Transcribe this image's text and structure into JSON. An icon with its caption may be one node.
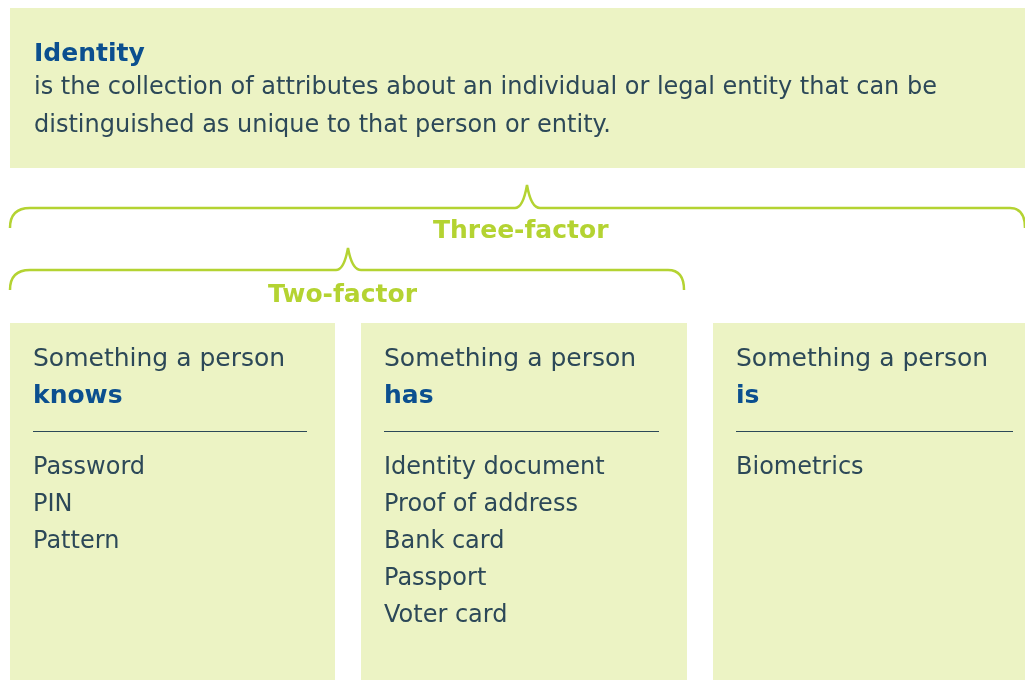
{
  "diagram": {
    "nodes": [
      {
        "text": [
          "Identity",
          "is the collection of attributes about an individual or legal entity that can be distinguished as unique to that person or entity."
        ]
      },
      {
        "text": [
          "Something a person **knows**",
          "Password",
          "PIN",
          "Pattern"
        ]
      },
      {
        "text": [
          "Something a person **has**",
          "Identity document",
          "Proof of address",
          "Bank card",
          "Passport",
          "Voter card"
        ]
      },
      {
        "text": [
          "Something a person **is**",
          "Biometrics"
        ]
      }
    ],
    "labels": [
      "Three-factor",
      "Two-factor"
    ]
  }
}
